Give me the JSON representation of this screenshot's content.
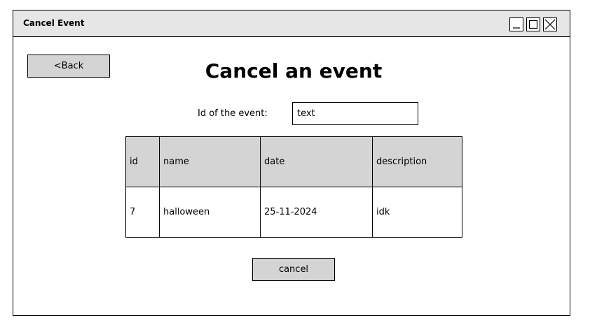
{
  "window": {
    "title": "Cancel Event",
    "controls": [
      "minimize-icon",
      "maximize-icon",
      "close-icon"
    ]
  },
  "back_button": {
    "label": "<Back"
  },
  "heading": "Cancel an event",
  "id_field": {
    "label": "Id of the event:",
    "value": "text"
  },
  "table": {
    "headers": [
      "id",
      "name",
      "date",
      "description"
    ],
    "rows": [
      [
        "7",
        "halloween",
        "25-11-2024",
        "idk"
      ]
    ]
  },
  "cancel_button": {
    "label": "cancel"
  },
  "colors": {
    "button_bg": "#d4d4d4",
    "titlebar_bg": "#e6e6e6",
    "border": "#000000"
  }
}
